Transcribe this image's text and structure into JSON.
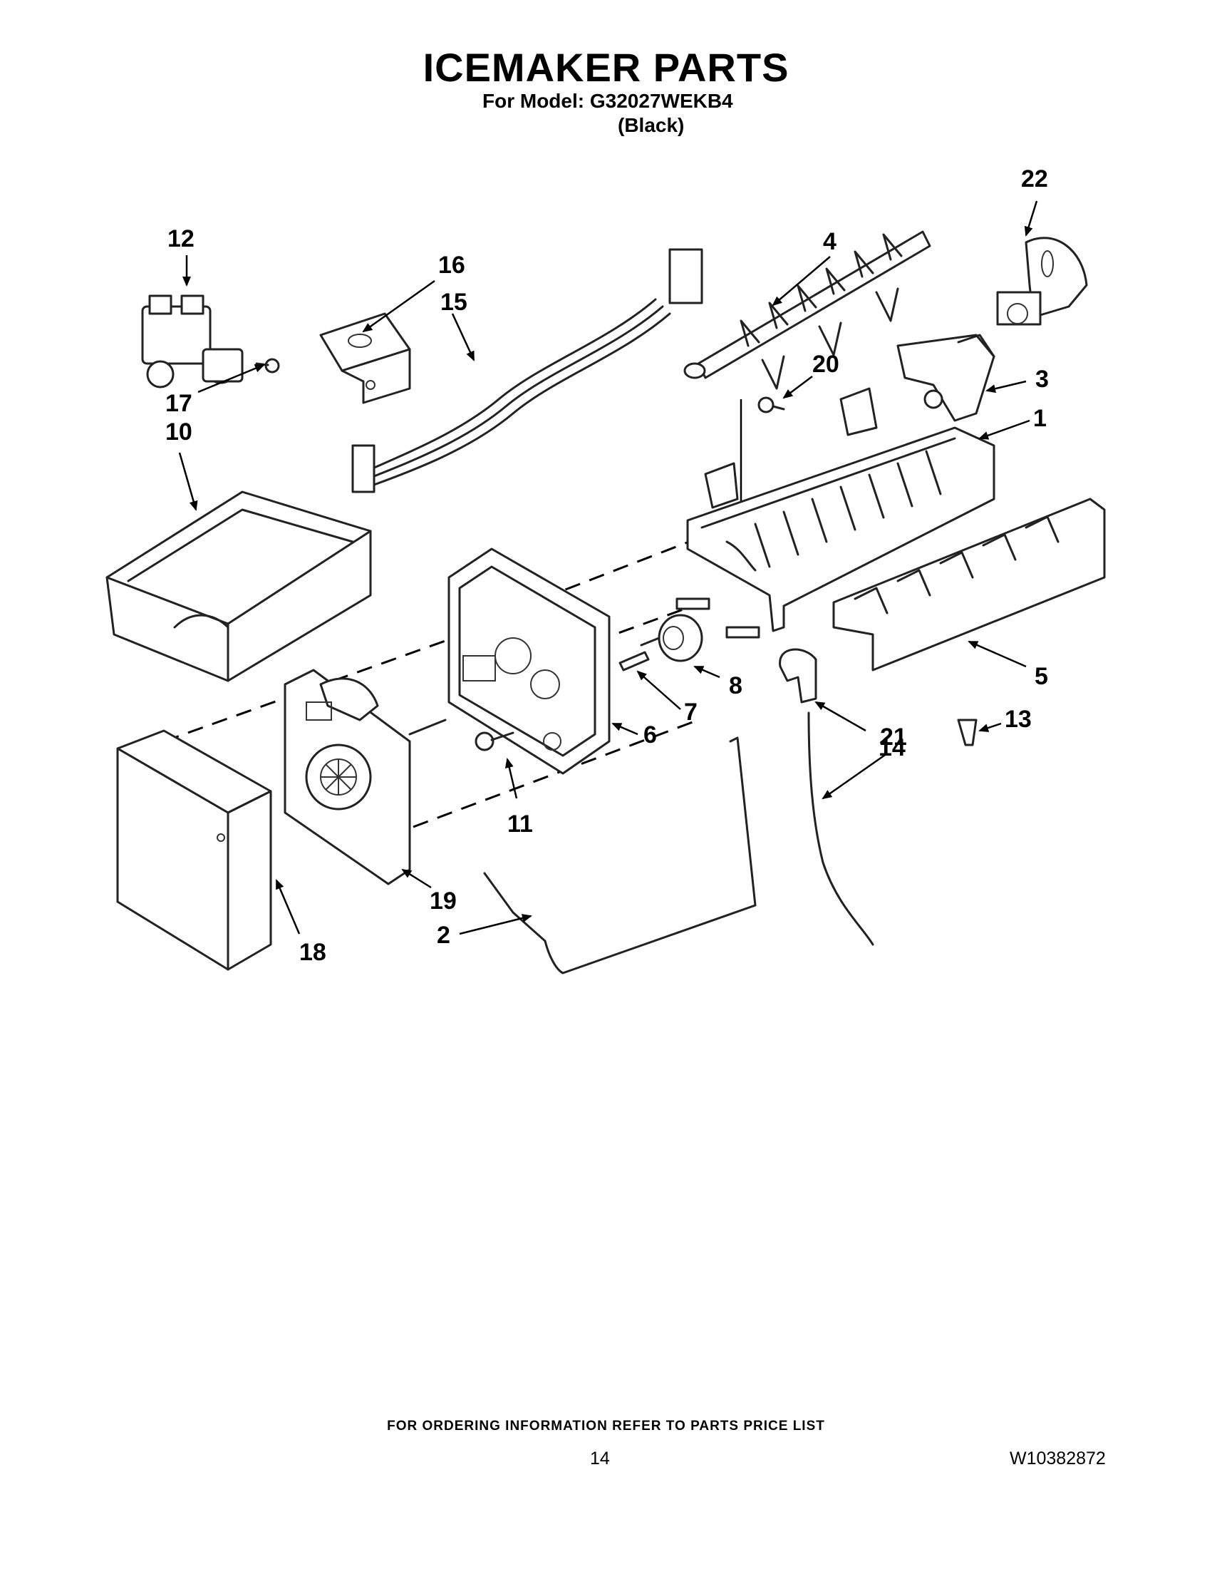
{
  "header": {
    "title": "ICEMAKER PARTS",
    "model_line": "For Model: G32027WEKB4",
    "color_line": "(Black)"
  },
  "callouts": [
    "1",
    "2",
    "3",
    "4",
    "5",
    "6",
    "7",
    "8",
    "10",
    "11",
    "12",
    "13",
    "14",
    "15",
    "16",
    "17",
    "18",
    "19",
    "20",
    "21",
    "22"
  ],
  "footer": {
    "ordering_note": "FOR ORDERING INFORMATION REFER TO PARTS PRICE LIST",
    "page_number": "14",
    "document_number": "W10382872"
  }
}
